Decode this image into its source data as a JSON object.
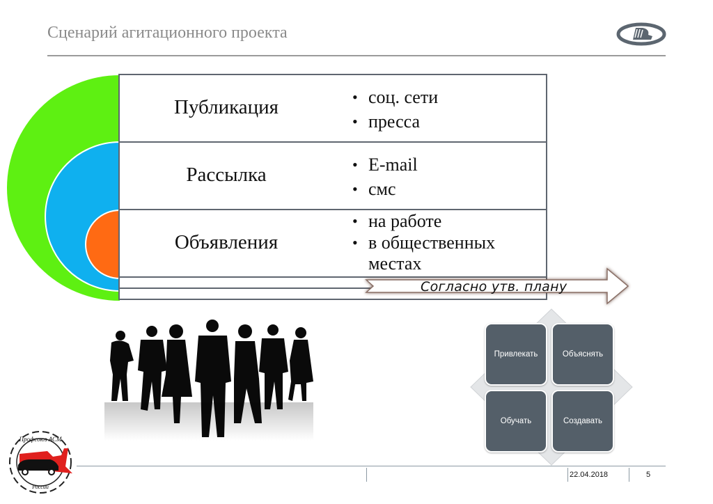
{
  "slide": {
    "title": "Сценарий агитационного проекта",
    "brand_logo": "lada-logo-icon",
    "colors": {
      "outer_arc": "#5ef012",
      "middle_arc": "#0fb0ef",
      "inner_arc": "#ff6a13",
      "table_border": "#5f6670",
      "tile_fill": "#545f69"
    }
  },
  "channels": [
    {
      "label": "Публикация",
      "items": [
        "соц. сети",
        "пресса"
      ]
    },
    {
      "label": "Рассылка",
      "items": [
        "E-mail",
        "смс"
      ]
    },
    {
      "label": "Объявления",
      "items": [
        "на работе",
        "в общественных местах"
      ]
    }
  ],
  "arrow": {
    "label": "Согласно утв. плану"
  },
  "matrix": {
    "tiles": [
      "Привлекать",
      "Объяснять",
      "Обучать",
      "Создавать"
    ]
  },
  "illustration": {
    "name": "business-people-silhouettes"
  },
  "footer": {
    "logo_top_text": "Профсоюз АСМ",
    "logo_bottom_text": "России",
    "date": "22.04.2018",
    "page": "5"
  }
}
